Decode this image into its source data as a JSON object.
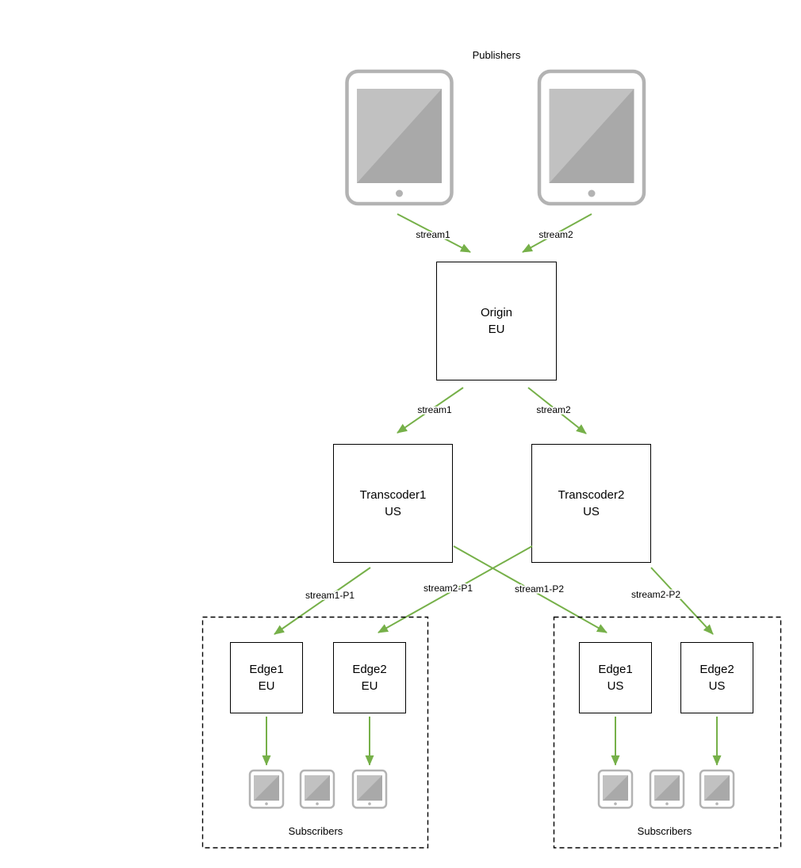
{
  "labels": {
    "publishers": "Publishers",
    "subscribers_left": "Subscribers",
    "subscribers_right": "Subscribers"
  },
  "nodes": {
    "origin": {
      "line1": "Origin",
      "line2": "EU"
    },
    "transcoder1": {
      "line1": "Transcoder1",
      "line2": "US"
    },
    "transcoder2": {
      "line1": "Transcoder2",
      "line2": "US"
    },
    "edge1_eu": {
      "line1": "Edge1",
      "line2": "EU"
    },
    "edge2_eu": {
      "line1": "Edge2",
      "line2": "EU"
    },
    "edge1_us": {
      "line1": "Edge1",
      "line2": "US"
    },
    "edge2_us": {
      "line1": "Edge2",
      "line2": "US"
    }
  },
  "edges": {
    "pub1_origin": "stream1",
    "pub2_origin": "stream2",
    "origin_transcoder1": "stream1",
    "origin_transcoder2": "stream2",
    "transcoder1_edge1_eu": "stream1-P1",
    "transcoder2_edge2_eu": "stream2-P1",
    "transcoder1_edge1_us": "stream1-P2",
    "transcoder2_edge2_us": "stream2-P2"
  },
  "colors": {
    "arrow_green": "#76b049",
    "box_border": "#000000",
    "text": "#000000",
    "device_frame": "#b3b3b3",
    "device_screen": "#a9a9a9",
    "device_screen_light": "#c1c1c1",
    "background": "#ffffff"
  }
}
